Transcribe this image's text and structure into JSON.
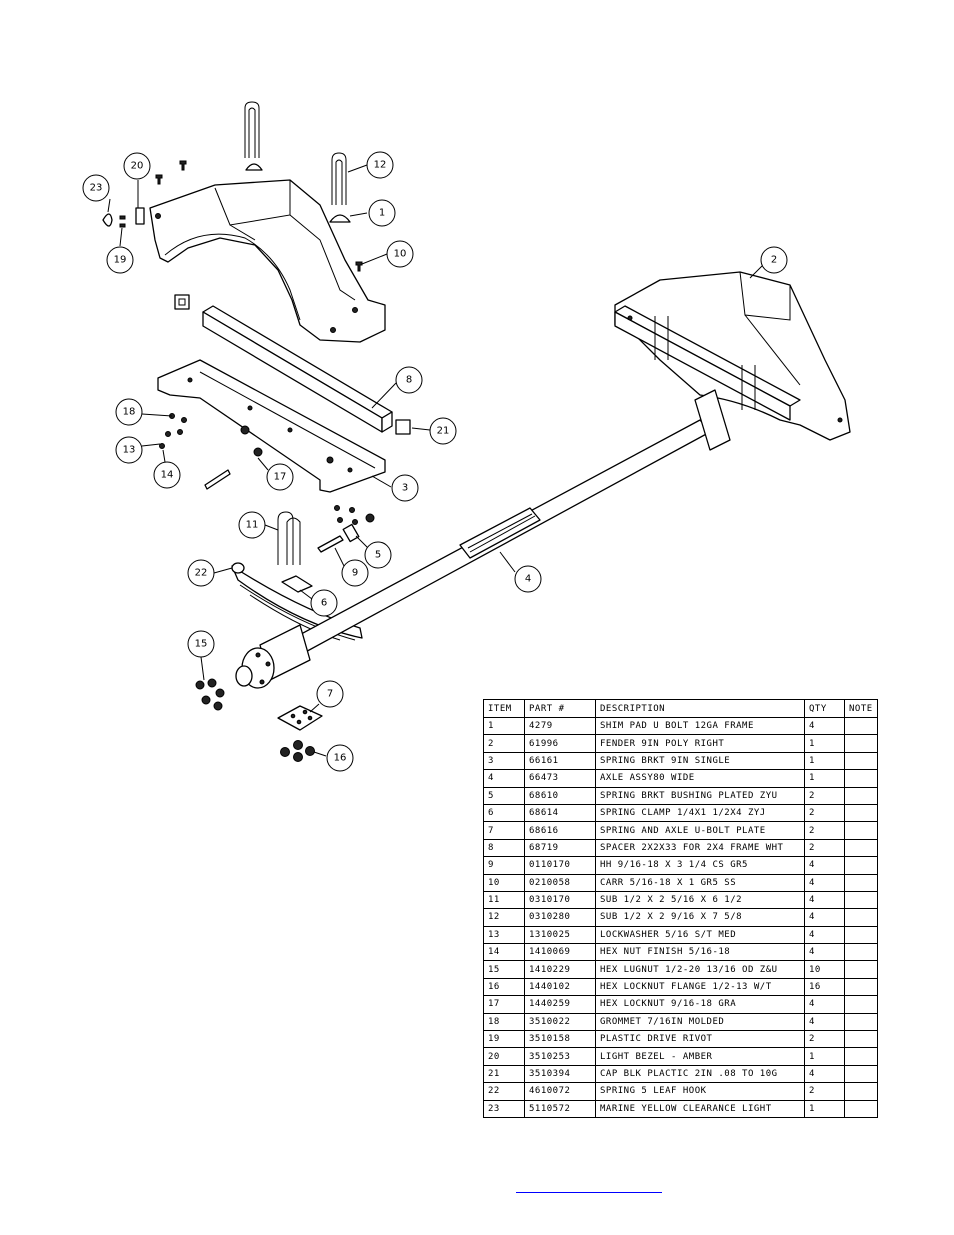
{
  "bom": {
    "headers": [
      "ITEM",
      "PART #",
      "DESCRIPTION",
      "QTY",
      "NOTE"
    ],
    "rows": [
      [
        "1",
        "4279",
        "SHIM PAD   U BOLT 12GA FRAME",
        "4",
        ""
      ],
      [
        "2",
        "61996",
        "FENDER  9IN POLY RIGHT",
        "1",
        ""
      ],
      [
        "3",
        "66161",
        "SPRING BRKT   9IN SINGLE",
        "1",
        ""
      ],
      [
        "4",
        "66473",
        "AXLE ASSY80 WIDE",
        "1",
        ""
      ],
      [
        "5",
        "68610",
        "SPRING BRKT BUSHING PLATED ZYU",
        "2",
        ""
      ],
      [
        "6",
        "68614",
        "SPRING CLAMP   1/4X1 1/2X4  ZYJ",
        "2",
        ""
      ],
      [
        "7",
        "68616",
        "SPRING AND AXLE U-BOLT PLATE",
        "2",
        ""
      ],
      [
        "8",
        "68719",
        "SPACER  2X2X33 FOR 2X4 FRAME WHT",
        "2",
        ""
      ],
      [
        "9",
        "0110170",
        "HH 9/16-18 X 3 1/4 CS GR5",
        "4",
        ""
      ],
      [
        "10",
        "0210058",
        "CARR 5/16-18 X 1 GR5 SS",
        "4",
        ""
      ],
      [
        "11",
        "0310170",
        "SUB 1/2 X 2 5/16 X 6 1/2",
        "4",
        ""
      ],
      [
        "12",
        "0310280",
        "SUB 1/2 X 2 9/16 X 7 5/8",
        "4",
        ""
      ],
      [
        "13",
        "1310025",
        "LOCKWASHER 5/16 S/T MED",
        "4",
        ""
      ],
      [
        "14",
        "1410069",
        "HEX NUT FINISH 5/16-18",
        "4",
        ""
      ],
      [
        "15",
        "1410229",
        "HEX LUGNUT 1/2-20 13/16 OD Z&U",
        "10",
        ""
      ],
      [
        "16",
        "1440102",
        "HEX LOCKNUT FLANGE 1/2-13 W/T",
        "16",
        ""
      ],
      [
        "17",
        "1440259",
        "HEX LOCKNUT 9/16-18 GRA",
        "4",
        ""
      ],
      [
        "18",
        "3510022",
        "GROMMET  7/16IN MOLDED",
        "4",
        ""
      ],
      [
        "19",
        "3510158",
        "PLASTIC DRIVE RIVOT",
        "2",
        ""
      ],
      [
        "20",
        "3510253",
        "LIGHT BEZEL - AMBER",
        "1",
        ""
      ],
      [
        "21",
        "3510394",
        "CAP BLK PLACTIC 2IN .08 TO 10G",
        "4",
        ""
      ],
      [
        "22",
        "4610072",
        "SPRING  5 LEAF HOOK",
        "2",
        ""
      ],
      [
        "23",
        "5110572",
        "MARINE YELLOW CLEARANCE LIGHT",
        "1",
        ""
      ]
    ]
  },
  "balloons": [
    "1",
    "2",
    "3",
    "4",
    "5",
    "6",
    "7",
    "8",
    "9",
    "10",
    "11",
    "12",
    "13",
    "14",
    "15",
    "16",
    "17",
    "18",
    "19",
    "20",
    "21",
    "22",
    "23"
  ]
}
